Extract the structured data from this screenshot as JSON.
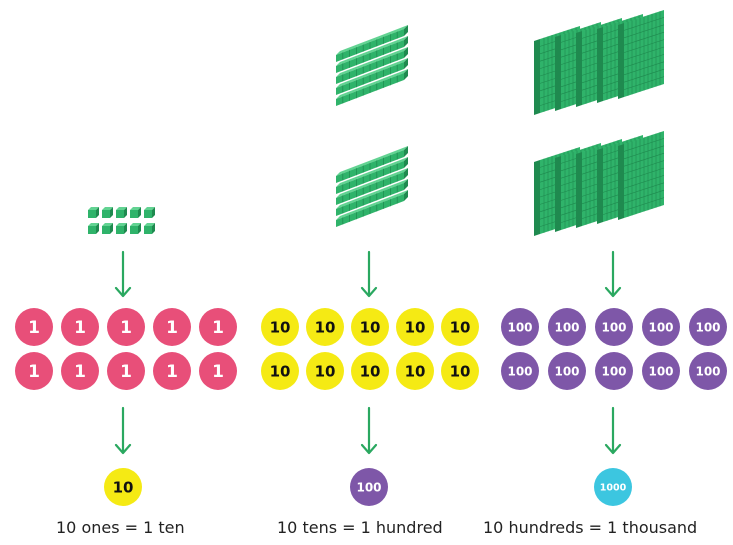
{
  "columns": [
    {
      "id": "ones",
      "block_type": "unit-cube",
      "block_count": 10,
      "counter_label": "1",
      "counter_color": "#e84f79",
      "counter_text_color": "#ffffff",
      "counter_count": 10,
      "result_label": "10",
      "result_color": "#f5ea14",
      "result_text_color": "#111111",
      "caption": "10 ones = 1 ten"
    },
    {
      "id": "tens",
      "block_type": "ten-rod",
      "block_count": 10,
      "counter_label": "10",
      "counter_color": "#f5ea14",
      "counter_text_color": "#111111",
      "counter_count": 10,
      "result_label": "100",
      "result_color": "#7e57a8",
      "result_text_color": "#ffffff",
      "caption": "10 tens = 1 hundred"
    },
    {
      "id": "hundreds",
      "block_type": "hundred-flat",
      "block_count": 10,
      "counter_label": "100",
      "counter_color": "#7e57a8",
      "counter_text_color": "#ffffff",
      "counter_count": 10,
      "result_label": "1000",
      "result_color": "#3cc6e0",
      "result_text_color": "#ffffff",
      "caption": "10 hundreds = 1 thousand"
    }
  ],
  "colors": {
    "block_green": "#2fb36a",
    "block_green_dark": "#1f8a4f",
    "block_green_light": "#62d392",
    "arrow_green": "#2aa860"
  }
}
